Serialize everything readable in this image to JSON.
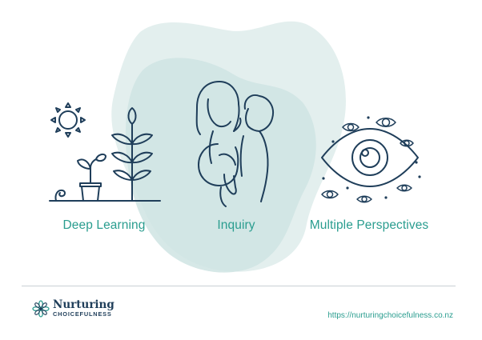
{
  "pillars": [
    {
      "label": "Deep Learning",
      "icon": "plant-growth-icon"
    },
    {
      "label": "Inquiry",
      "icon": "parent-children-icon"
    },
    {
      "label": "Multiple Perspectives",
      "icon": "eyes-icon"
    }
  ],
  "brand": {
    "name": "Nurturing",
    "tagline": "CHOICEFULNESS",
    "url": "https://nurturingchoicefulness.co.nz"
  },
  "colors": {
    "accent": "#2a9d8f",
    "line_art": "#1f3e5a",
    "blob": "#d4e7e7"
  }
}
